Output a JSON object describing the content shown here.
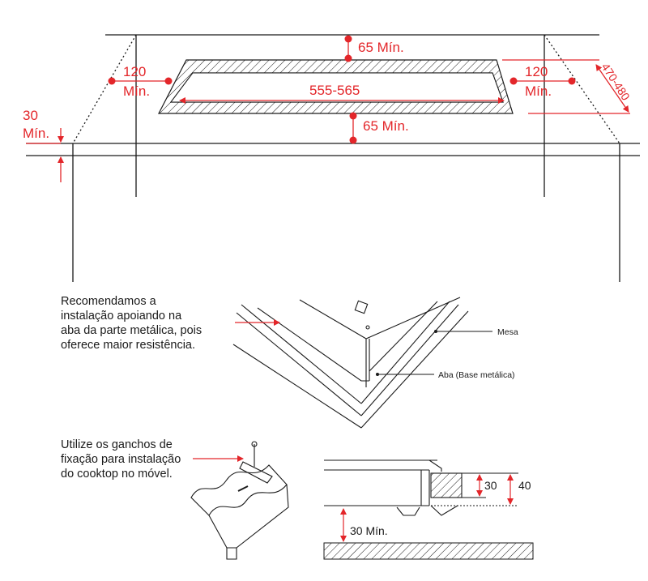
{
  "top_view": {
    "dim_front_clearance": "65 Mín.",
    "dim_back_clearance": "65 Mín.",
    "dim_left_line1": "120",
    "dim_left_line2": "Mín.",
    "dim_right_line1": "120",
    "dim_right_line2": "Mín.",
    "dim_width": "555-565",
    "dim_depth": "470-480",
    "dim_edge_line1": "30",
    "dim_edge_line2": "Mín."
  },
  "detail_view": {
    "note": "Recomendamos a\ninstalação apoiando na\naba da parte metálica, pois\noferece maior resistência.",
    "label_table": "Mesa",
    "label_flange": "Aba (Base metálica)"
  },
  "clip_view": {
    "note": "Utilize os ganchos de\nfixação para instalação\ndo cooktop no móvel."
  },
  "section_view": {
    "dim_30": "30",
    "dim_40": "40",
    "dim_bottom": "30 Mín."
  },
  "colors": {
    "accent": "#e3262a",
    "line": "#1a1a1a"
  }
}
